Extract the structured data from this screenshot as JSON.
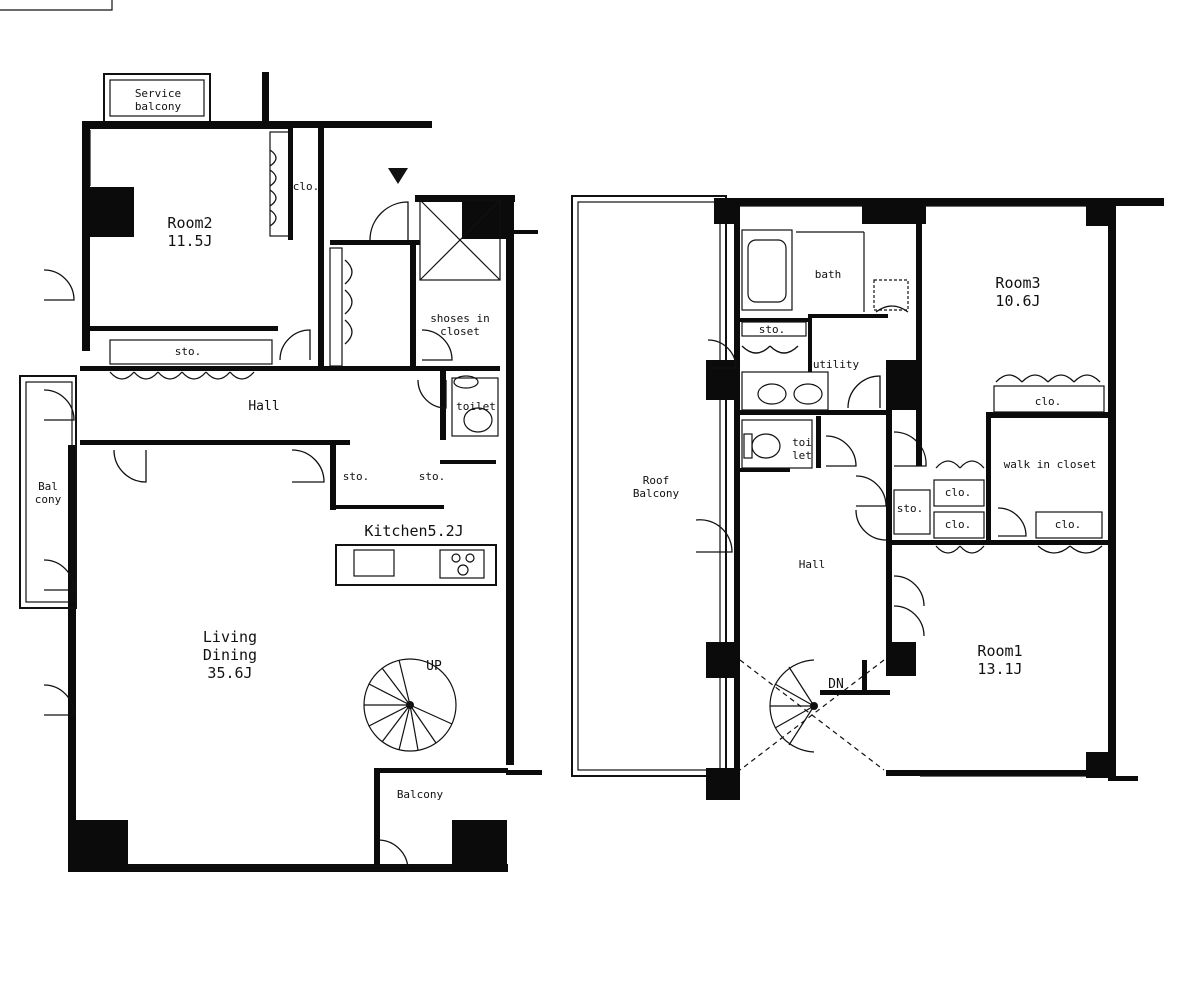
{
  "lower_floor": {
    "service_balcony": "Service\nbalcony",
    "room2": {
      "name": "Room2",
      "size": "11.5J"
    },
    "room2_closet": "clo.",
    "shoes_closet": "shoses in\ncloset",
    "storage_hall": "sto.",
    "hall": "Hall",
    "toilet": "toilet",
    "side_balcony": "Bal\ncony",
    "storage_small": "sto.",
    "storage_small2": "sto.",
    "kitchen": "Kitchen5.2J",
    "living": {
      "name1": "Living",
      "name2": "Dining",
      "size": "35.6J"
    },
    "stairs_up": "UP",
    "front_balcony": "Balcony"
  },
  "upper_floor": {
    "roof_balcony": "Roof\nBalcony",
    "bath": "bath",
    "storage_utility": "sto.",
    "utility": "utility",
    "toilet": "toi\nlet",
    "hall": "Hall",
    "stairs_down": "DN",
    "room3": {
      "name": "Room3",
      "size": "10.6J"
    },
    "room3_closet": "clo.",
    "walk_in_closet": "walk in closet",
    "closet_a": "clo.",
    "closet_b": "clo.",
    "closet_c": "clo.",
    "storage_upper": "sto.",
    "room1": {
      "name": "Room1",
      "size": "13.1J"
    }
  }
}
